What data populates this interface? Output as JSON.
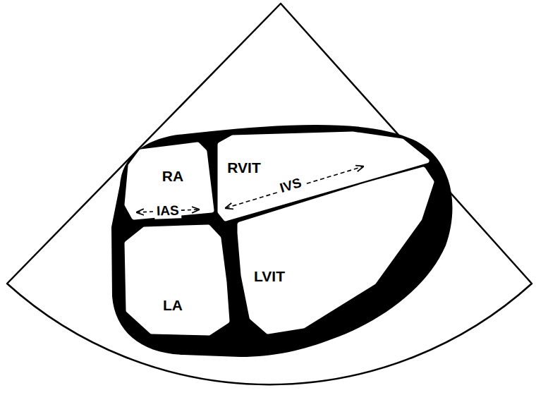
{
  "diagram": {
    "nodes": [
      {
        "text": [
          "RA"
        ]
      },
      {
        "text": [
          "RVIT"
        ]
      },
      {
        "text": [
          "LA"
        ]
      },
      {
        "text": [
          "LVIT"
        ]
      }
    ],
    "labels": [
      "IAS",
      "IVS"
    ]
  }
}
